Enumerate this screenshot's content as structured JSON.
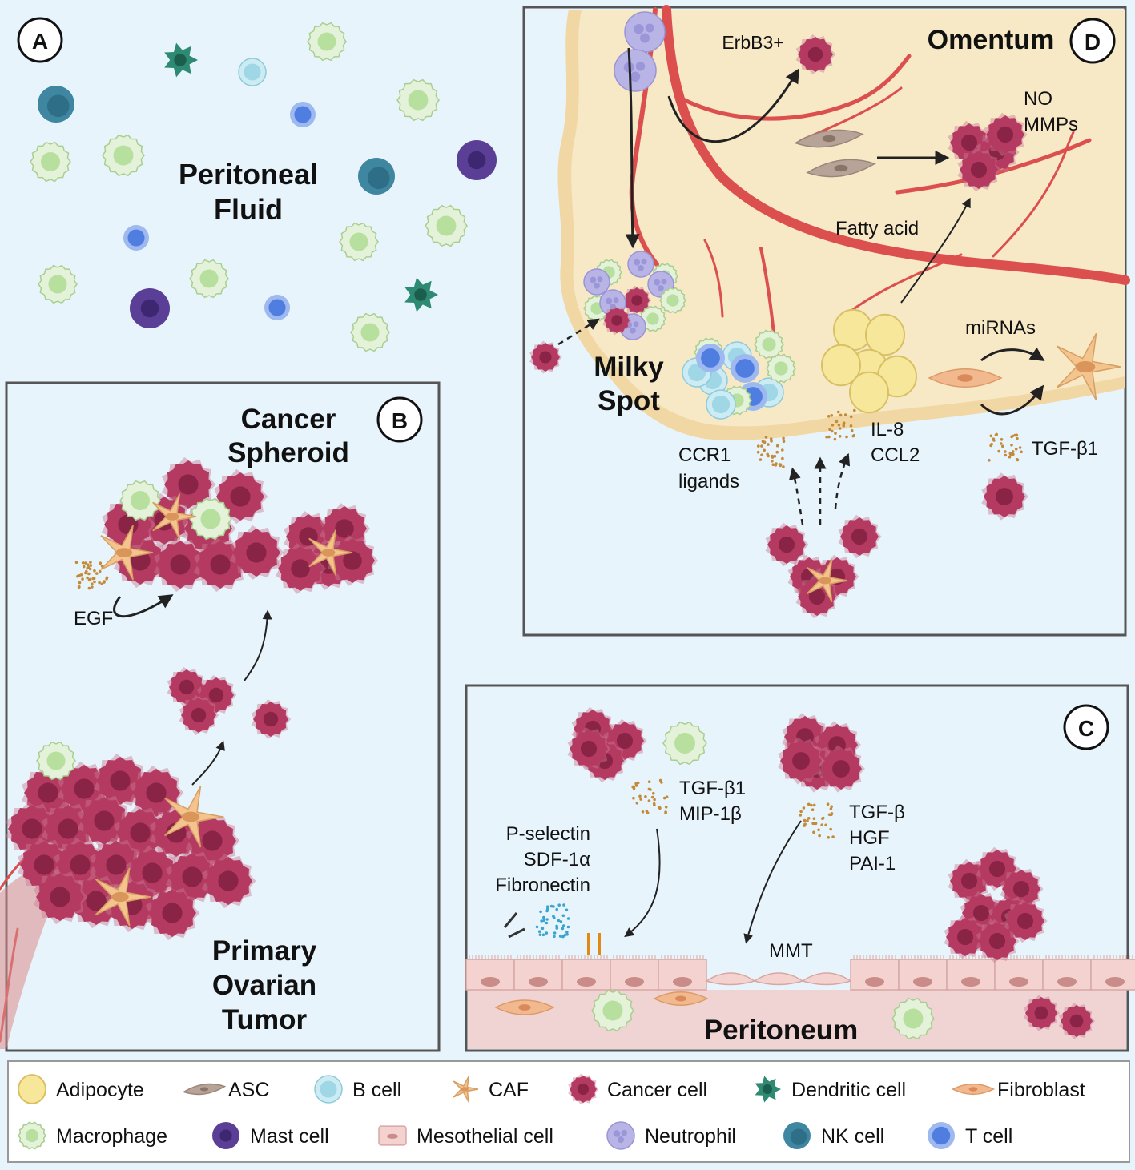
{
  "panels": {
    "a": {
      "badge": "A",
      "title_line1": "Peritoneal",
      "title_line2": "Fluid"
    },
    "b": {
      "badge": "B",
      "spheroid_line1": "Cancer",
      "spheroid_line2": "Spheroid",
      "egf": "EGF",
      "tumor_line1": "Primary",
      "tumor_line2": "Ovarian",
      "tumor_line3": "Tumor"
    },
    "c": {
      "badge": "C",
      "tgfb1": "TGF-β1",
      "mip1b": "MIP-1β",
      "pselectin": "P-selectin",
      "sdf1a": "SDF-1α",
      "fibronectin": "Fibronectin",
      "tgfb": "TGF-β",
      "hgf": "HGF",
      "pai1": "PAI-1",
      "mmt": "MMT",
      "peritoneum": "Peritoneum"
    },
    "d": {
      "badge": "D",
      "omentum": "Omentum",
      "erbb3": "ErbB3+",
      "no": "NO",
      "mmps": "MMPs",
      "fatty_acid": "Fatty acid",
      "milky_line1": "Milky",
      "milky_line2": "Spot",
      "mirnas": "miRNAs",
      "ccr1_line1": "CCR1",
      "ccr1_line2": "ligands",
      "il8": "IL-8",
      "ccl2": "CCL2",
      "tgfb1": "TGF-β1"
    }
  },
  "legend": [
    {
      "id": "adipocyte",
      "label": "Adipocyte"
    },
    {
      "id": "asc",
      "label": "ASC"
    },
    {
      "id": "bcell",
      "label": "B cell"
    },
    {
      "id": "caf",
      "label": "CAF"
    },
    {
      "id": "cancer",
      "label": "Cancer cell"
    },
    {
      "id": "dendritic",
      "label": "Dendritic cell"
    },
    {
      "id": "fibroblast",
      "label": "Fibroblast"
    },
    {
      "id": "macrophage",
      "label": "Macrophage"
    },
    {
      "id": "mast",
      "label": "Mast cell"
    },
    {
      "id": "mesothelial",
      "label": "Mesothelial cell"
    },
    {
      "id": "neutrophil",
      "label": "Neutrophil"
    },
    {
      "id": "nk",
      "label": "NK cell"
    },
    {
      "id": "tcell",
      "label": "T cell"
    }
  ],
  "colors": {
    "background": "#e8f4fb",
    "panel_border": "#555555",
    "omentum_fat": "#f7e8c6",
    "omentum_edge": "#f1d7a3",
    "vessel": "#dc4f4f",
    "cancer": "#b53a62",
    "macrophage": "#b7df9e",
    "bcell": "#9fd7e6",
    "tcell": "#4f7de0",
    "nk": "#2e6e86",
    "mast": "#5b3f96",
    "dendritic": "#2f8a73",
    "neutrophil": "#b8b4e6",
    "adipocyte": "#f6e79b",
    "caf": "#f3c48e",
    "fibroblast": "#f2b98e",
    "asc": "#b8a398",
    "mesothelial": "#f3d2cf",
    "secreted": "#c38a3a",
    "secreted_blue": "#3aa4cf"
  }
}
